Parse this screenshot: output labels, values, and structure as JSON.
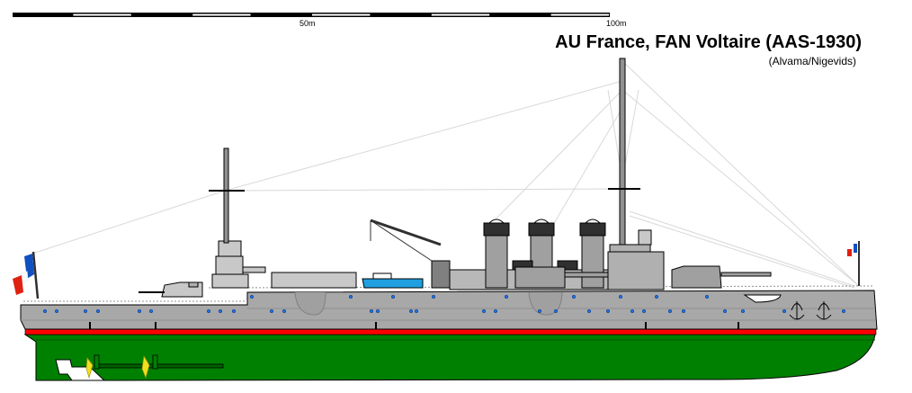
{
  "title": "AU France, FAN Voltaire (AAS-1930)",
  "subtitle": "(Alvama/Nigevids)",
  "scale_bar": {
    "mid_label": "50m",
    "end_label": "100m",
    "segments": 10
  },
  "colors": {
    "hull": "#a8a8a8",
    "superstructure": "#c8c8c8",
    "boot_stripe": "#ff0000",
    "underwater": "#008000",
    "porthole": "#2070e0",
    "flag_blue": "#1050c0",
    "flag_red": "#e02010",
    "propeller": "#f0e020",
    "boat": "#20a0e0"
  }
}
